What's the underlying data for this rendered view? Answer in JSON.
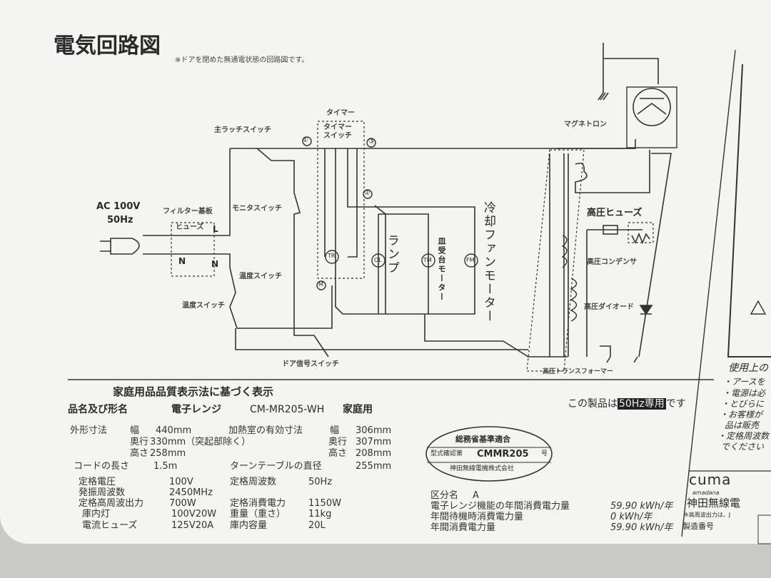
{
  "diagram": {
    "title": "電気回路図",
    "note": "※ドアを閉めた無通電状態の回路図です。",
    "labels": {
      "ac": "AC 100V",
      "hz": "50Hz",
      "filter_board": "フィルター基板",
      "fuse": "ヒューズ",
      "L": "L",
      "N": "N",
      "main_latch_switch": "主ラッチスイッチ",
      "monitor_switch": "モニタスイッチ",
      "temp_switch_1": "温度スイッチ",
      "temp_switch_2": "温度スイッチ",
      "door_signal_switch": "ドア信号スイッチ",
      "timer": "タイマー",
      "timer_switch": "タイマースイッチ",
      "lamp": "ランプ",
      "turntable_motor": "皿受台モーター",
      "cooling_fan_motor": "冷却ファンモーター",
      "magnetron": "マグネトロン",
      "hv_fuse": "高圧ヒューズ",
      "hv_capacitor": "高圧コンデンサ",
      "hv_diode": "高圧ダイオード",
      "hv_transformer": "高圧トランスフォーマー",
      "tr": "TR",
      "tm": "TM",
      "fm": "FM",
      "ol": "OL",
      "t1": "①",
      "t2": "②",
      "t3": "③",
      "tM": "M"
    }
  },
  "specs": {
    "heading": "家庭用品品質表示法に基づく表示",
    "product_label": "品名及び形名",
    "product_name": "電子レンジ",
    "model": "CM-MR205-WH",
    "use": "家庭用",
    "outer_dims_label": "外形寸法",
    "width_label": "幅",
    "width": "440mm",
    "depth_label": "奥行",
    "depth": "330mm（突起部除く）",
    "height_label": "高さ",
    "height": "258mm",
    "cavity_label": "加熱室の有効寸法",
    "cavity_width": "306mm",
    "cavity_depth": "307mm",
    "cavity_height": "208mm",
    "cord_label": "コードの長さ",
    "cord": "1.5m",
    "turntable_label": "ターンテーブルの直径",
    "turntable": "255mm",
    "rows": [
      {
        "label": "定格電圧",
        "value": "100V",
        "label2": "定格周波数",
        "value2": "50Hz"
      },
      {
        "label": "発振周波数",
        "value": "2450MHz",
        "label2": "",
        "value2": ""
      },
      {
        "label": "定格高周波出力",
        "value": "700W",
        "label2": "定格消費電力",
        "value2": "1150W"
      },
      {
        "label": "庫内灯",
        "value": "100V20W",
        "label2": "重量（重さ）",
        "value2": "11kg"
      },
      {
        "label": "電流ヒューズ",
        "value": "125V20A",
        "label2": "庫内容量",
        "value2": "20L"
      }
    ]
  },
  "frequency_notice": {
    "prefix": "この製品は",
    "highlight": "50Hz専用",
    "suffix": "です"
  },
  "seal": {
    "top": "総務省基準適合",
    "middle_prefix": "型式確認第",
    "code": "CMMR205",
    "middle_suffix": "号",
    "bottom": "神田無線電機株式会社"
  },
  "energy": {
    "category_label": "区分名",
    "category": "A",
    "rows": [
      {
        "label": "電子レンジ機能の年間消費電力量",
        "value": "59.90 kWh/年"
      },
      {
        "label": "年間待機時消費電力量",
        "value": "0 kWh/年"
      },
      {
        "label": "年間消費電力量",
        "value": "59.90 kWh/年"
      }
    ]
  },
  "right_panel": {
    "caution_title": "使用上の",
    "bullets": [
      "・アースを",
      "・電源は必",
      "・とびらに",
      "・お客様が",
      "品は販売",
      "・定格周波数",
      "でください"
    ],
    "brand": "cuma",
    "brand_sub": "amadana",
    "maker": "神田無線電",
    "footnote": "※高周波出力は、J",
    "serial_label": "製造番号"
  }
}
